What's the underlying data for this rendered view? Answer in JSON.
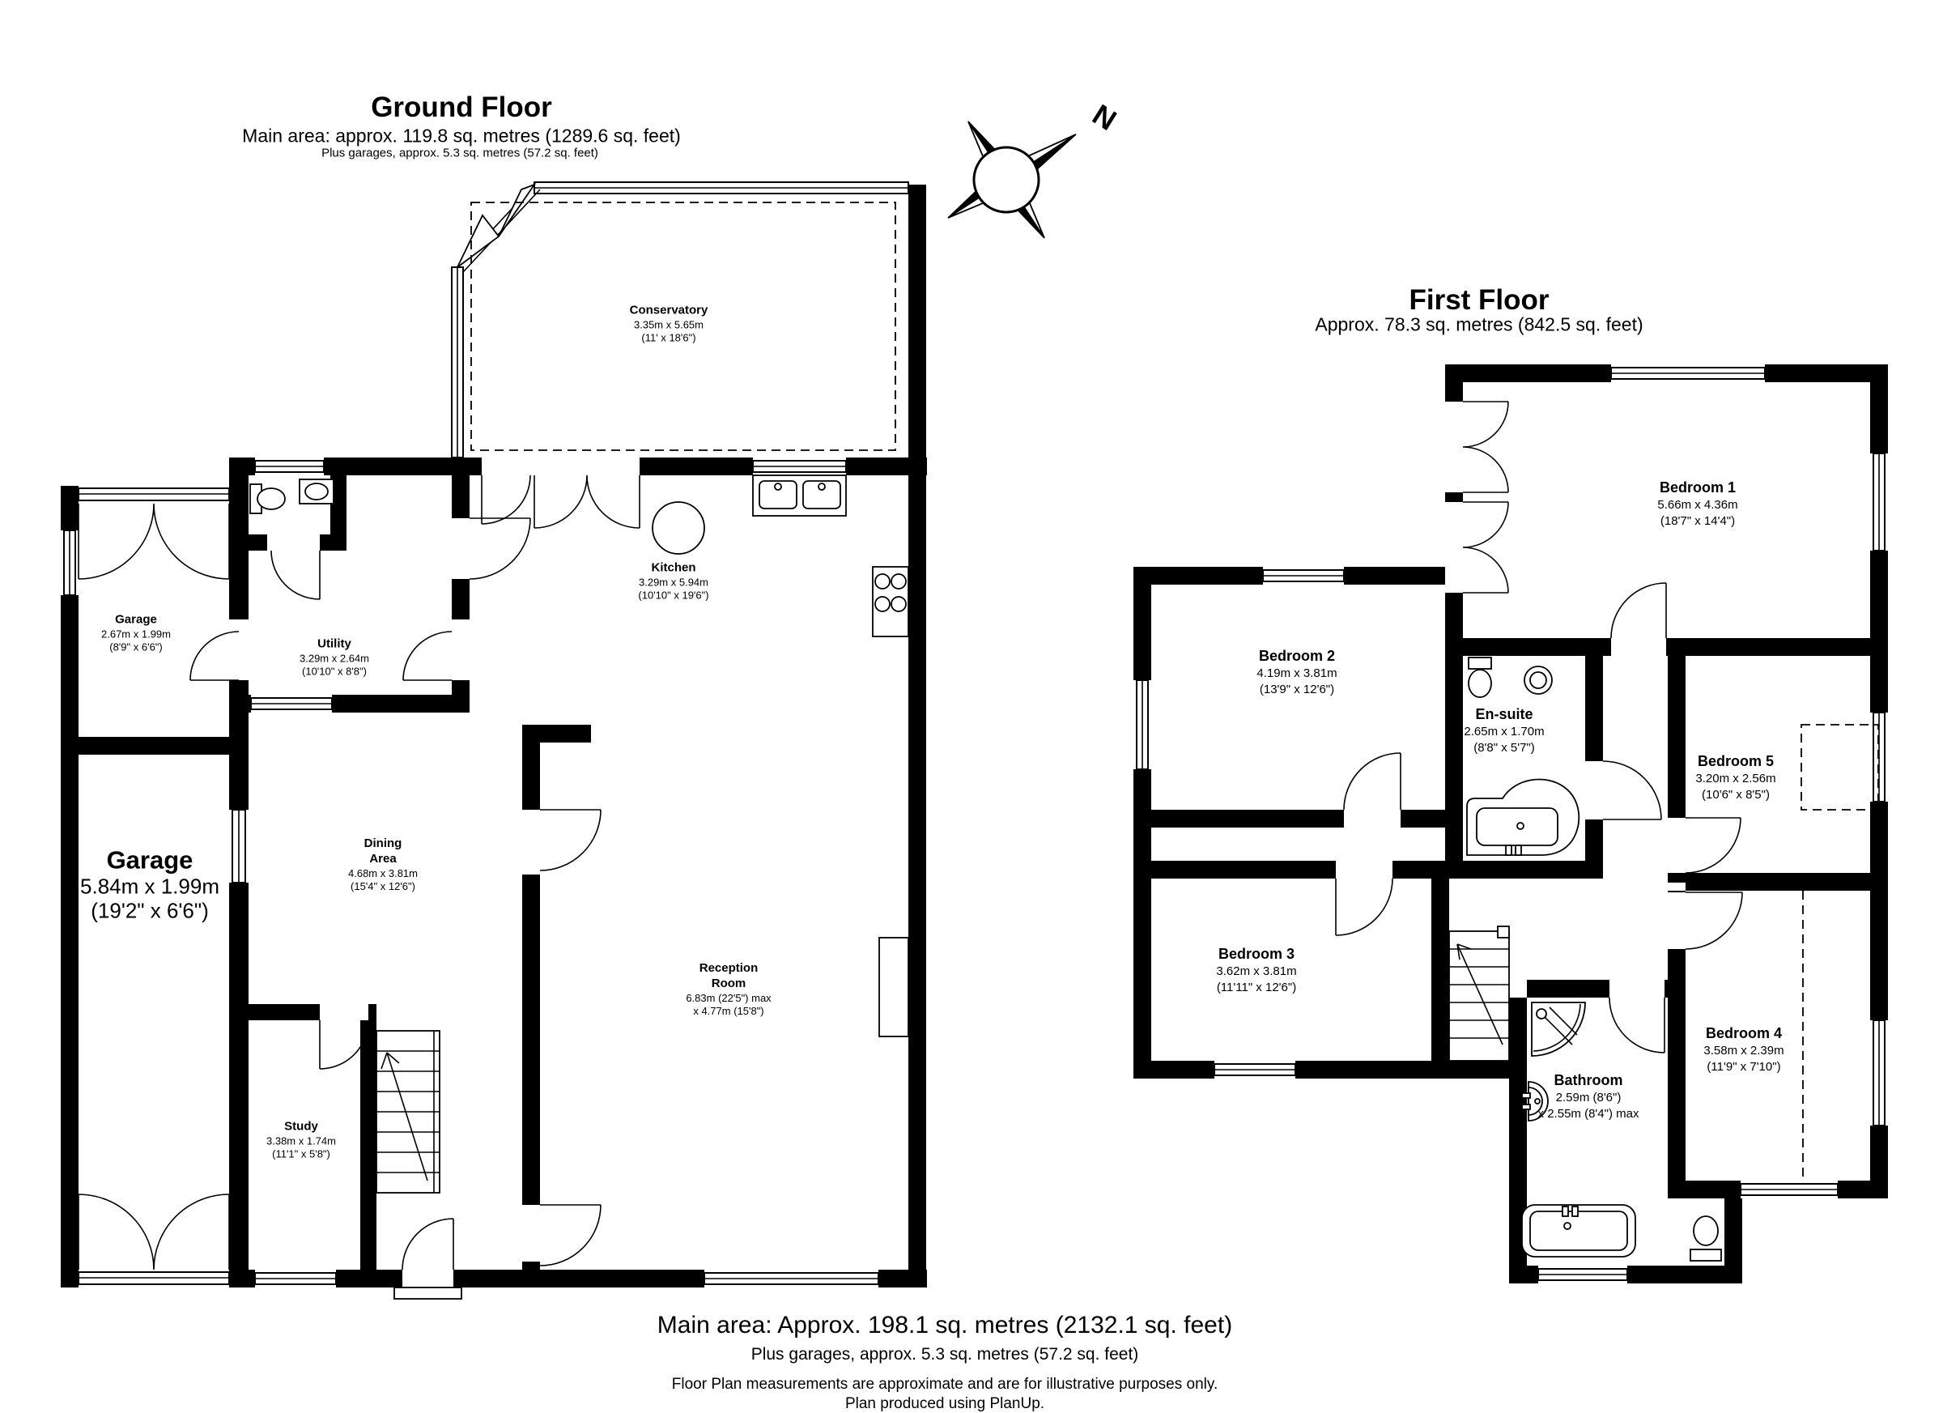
{
  "ground_floor": {
    "title": "Ground Floor",
    "subtitle": "Main area: approx. 119.8 sq. metres (1289.6 sq. feet)",
    "note": "Plus garages, approx. 5.3 sq. metres (57.2 sq. feet)",
    "rooms": {
      "conservatory": {
        "name": "Conservatory",
        "metric": "3.35m x 5.65m",
        "imperial": "(11' x 18'6\")"
      },
      "kitchen": {
        "name": "Kitchen",
        "metric": "3.29m x 5.94m",
        "imperial": "(10'10\" x 19'6\")"
      },
      "utility": {
        "name": "Utility",
        "metric": "3.29m x 2.64m",
        "imperial": "(10'10\" x 8'8\")"
      },
      "garage_small": {
        "name": "Garage",
        "metric": "2.67m x 1.99m",
        "imperial": "(8'9\" x 6'6\")"
      },
      "garage_large": {
        "name": "Garage",
        "metric": "5.84m x 1.99m",
        "imperial": "(19'2\" x 6'6\")"
      },
      "dining": {
        "name": "Dining",
        "name2": "Area",
        "metric": "4.68m x 3.81m",
        "imperial": "(15'4\" x 12'6\")"
      },
      "reception": {
        "name": "Reception",
        "name2": "Room",
        "metric": "6.83m (22'5\") max",
        "imperial": "x 4.77m (15'8\")"
      },
      "study": {
        "name": "Study",
        "metric": "3.38m x 1.74m",
        "imperial": "(11'1\" x 5'8\")"
      }
    }
  },
  "first_floor": {
    "title": "First Floor",
    "subtitle": "Approx. 78.3 sq. metres (842.5 sq. feet)",
    "rooms": {
      "bedroom1": {
        "name": "Bedroom 1",
        "metric": "5.66m x 4.36m",
        "imperial": "(18'7\" x 14'4\")"
      },
      "bedroom2": {
        "name": "Bedroom 2",
        "metric": "4.19m x 3.81m",
        "imperial": "(13'9\" x 12'6\")"
      },
      "bedroom3": {
        "name": "Bedroom 3",
        "metric": "3.62m x 3.81m",
        "imperial": "(11'11\" x 12'6\")"
      },
      "bedroom4": {
        "name": "Bedroom 4",
        "metric": "3.58m x 2.39m",
        "imperial": "(11'9\" x 7'10\")"
      },
      "bedroom5": {
        "name": "Bedroom 5",
        "metric": "3.20m x 2.56m",
        "imperial": "(10'6\" x 8'5\")"
      },
      "ensuite": {
        "name": "En-suite",
        "metric": "2.65m x 1.70m",
        "imperial": "(8'8\" x 5'7\")"
      },
      "bathroom": {
        "name": "Bathroom",
        "metric": "2.59m (8'6\")",
        "imperial": "x 2.55m (8'4\") max"
      }
    }
  },
  "footer": {
    "line1": "Main area: Approx. 198.1 sq. metres (2132.1 sq. feet)",
    "line2": "Plus garages, approx. 5.3 sq. metres (57.2 sq. feet)",
    "line3": "Floor Plan measurements are approximate and are for illustrative purposes only.",
    "line4": "Plan produced using PlanUp."
  },
  "compass": {
    "label": "N"
  }
}
